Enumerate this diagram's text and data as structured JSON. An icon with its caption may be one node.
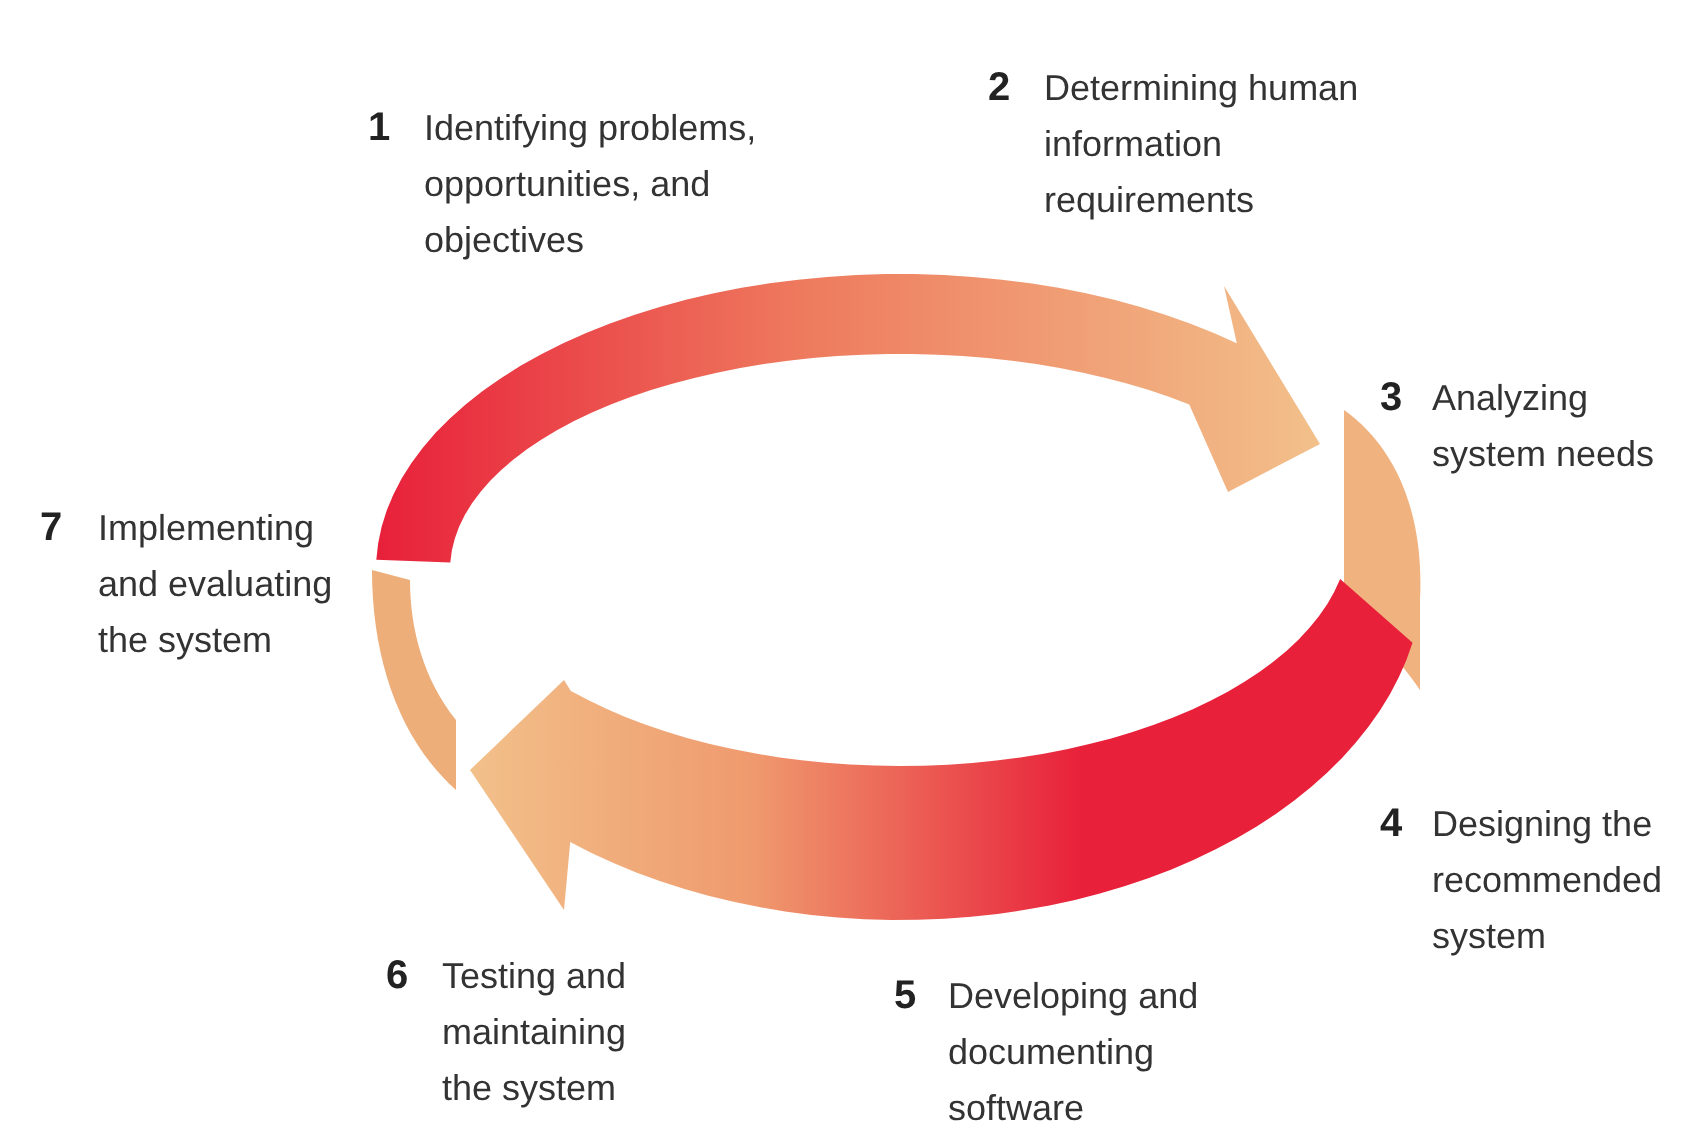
{
  "diagram": {
    "labels": [
      "1",
      "Identifying problems, opportunities, and objectives",
      "2",
      "Determining human information requirements",
      "3",
      "Analyzing system needs",
      "7",
      "Implementing and evaluating the system",
      "4",
      "Designing the recommended system",
      "6",
      "Testing and maintaining the system",
      "5",
      "Developing and documenting software"
    ]
  }
}
